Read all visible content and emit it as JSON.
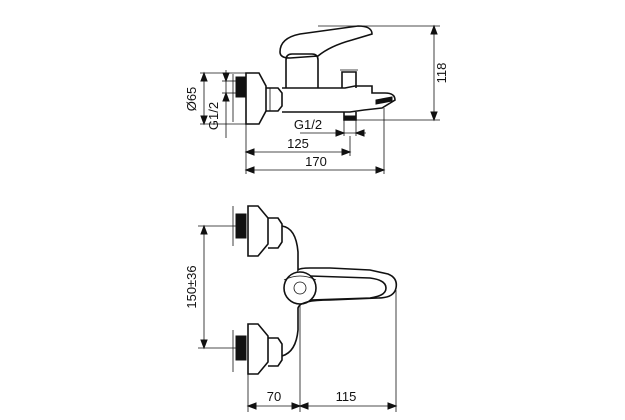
{
  "dimensions": {
    "diameter": "Ø65",
    "thread_left": "G1/2",
    "thread_outlet": "G1/2",
    "height": "118",
    "len_125": "125",
    "len_170": "170",
    "spacing": "150±36",
    "depth_70": "70",
    "depth_115": "115"
  }
}
